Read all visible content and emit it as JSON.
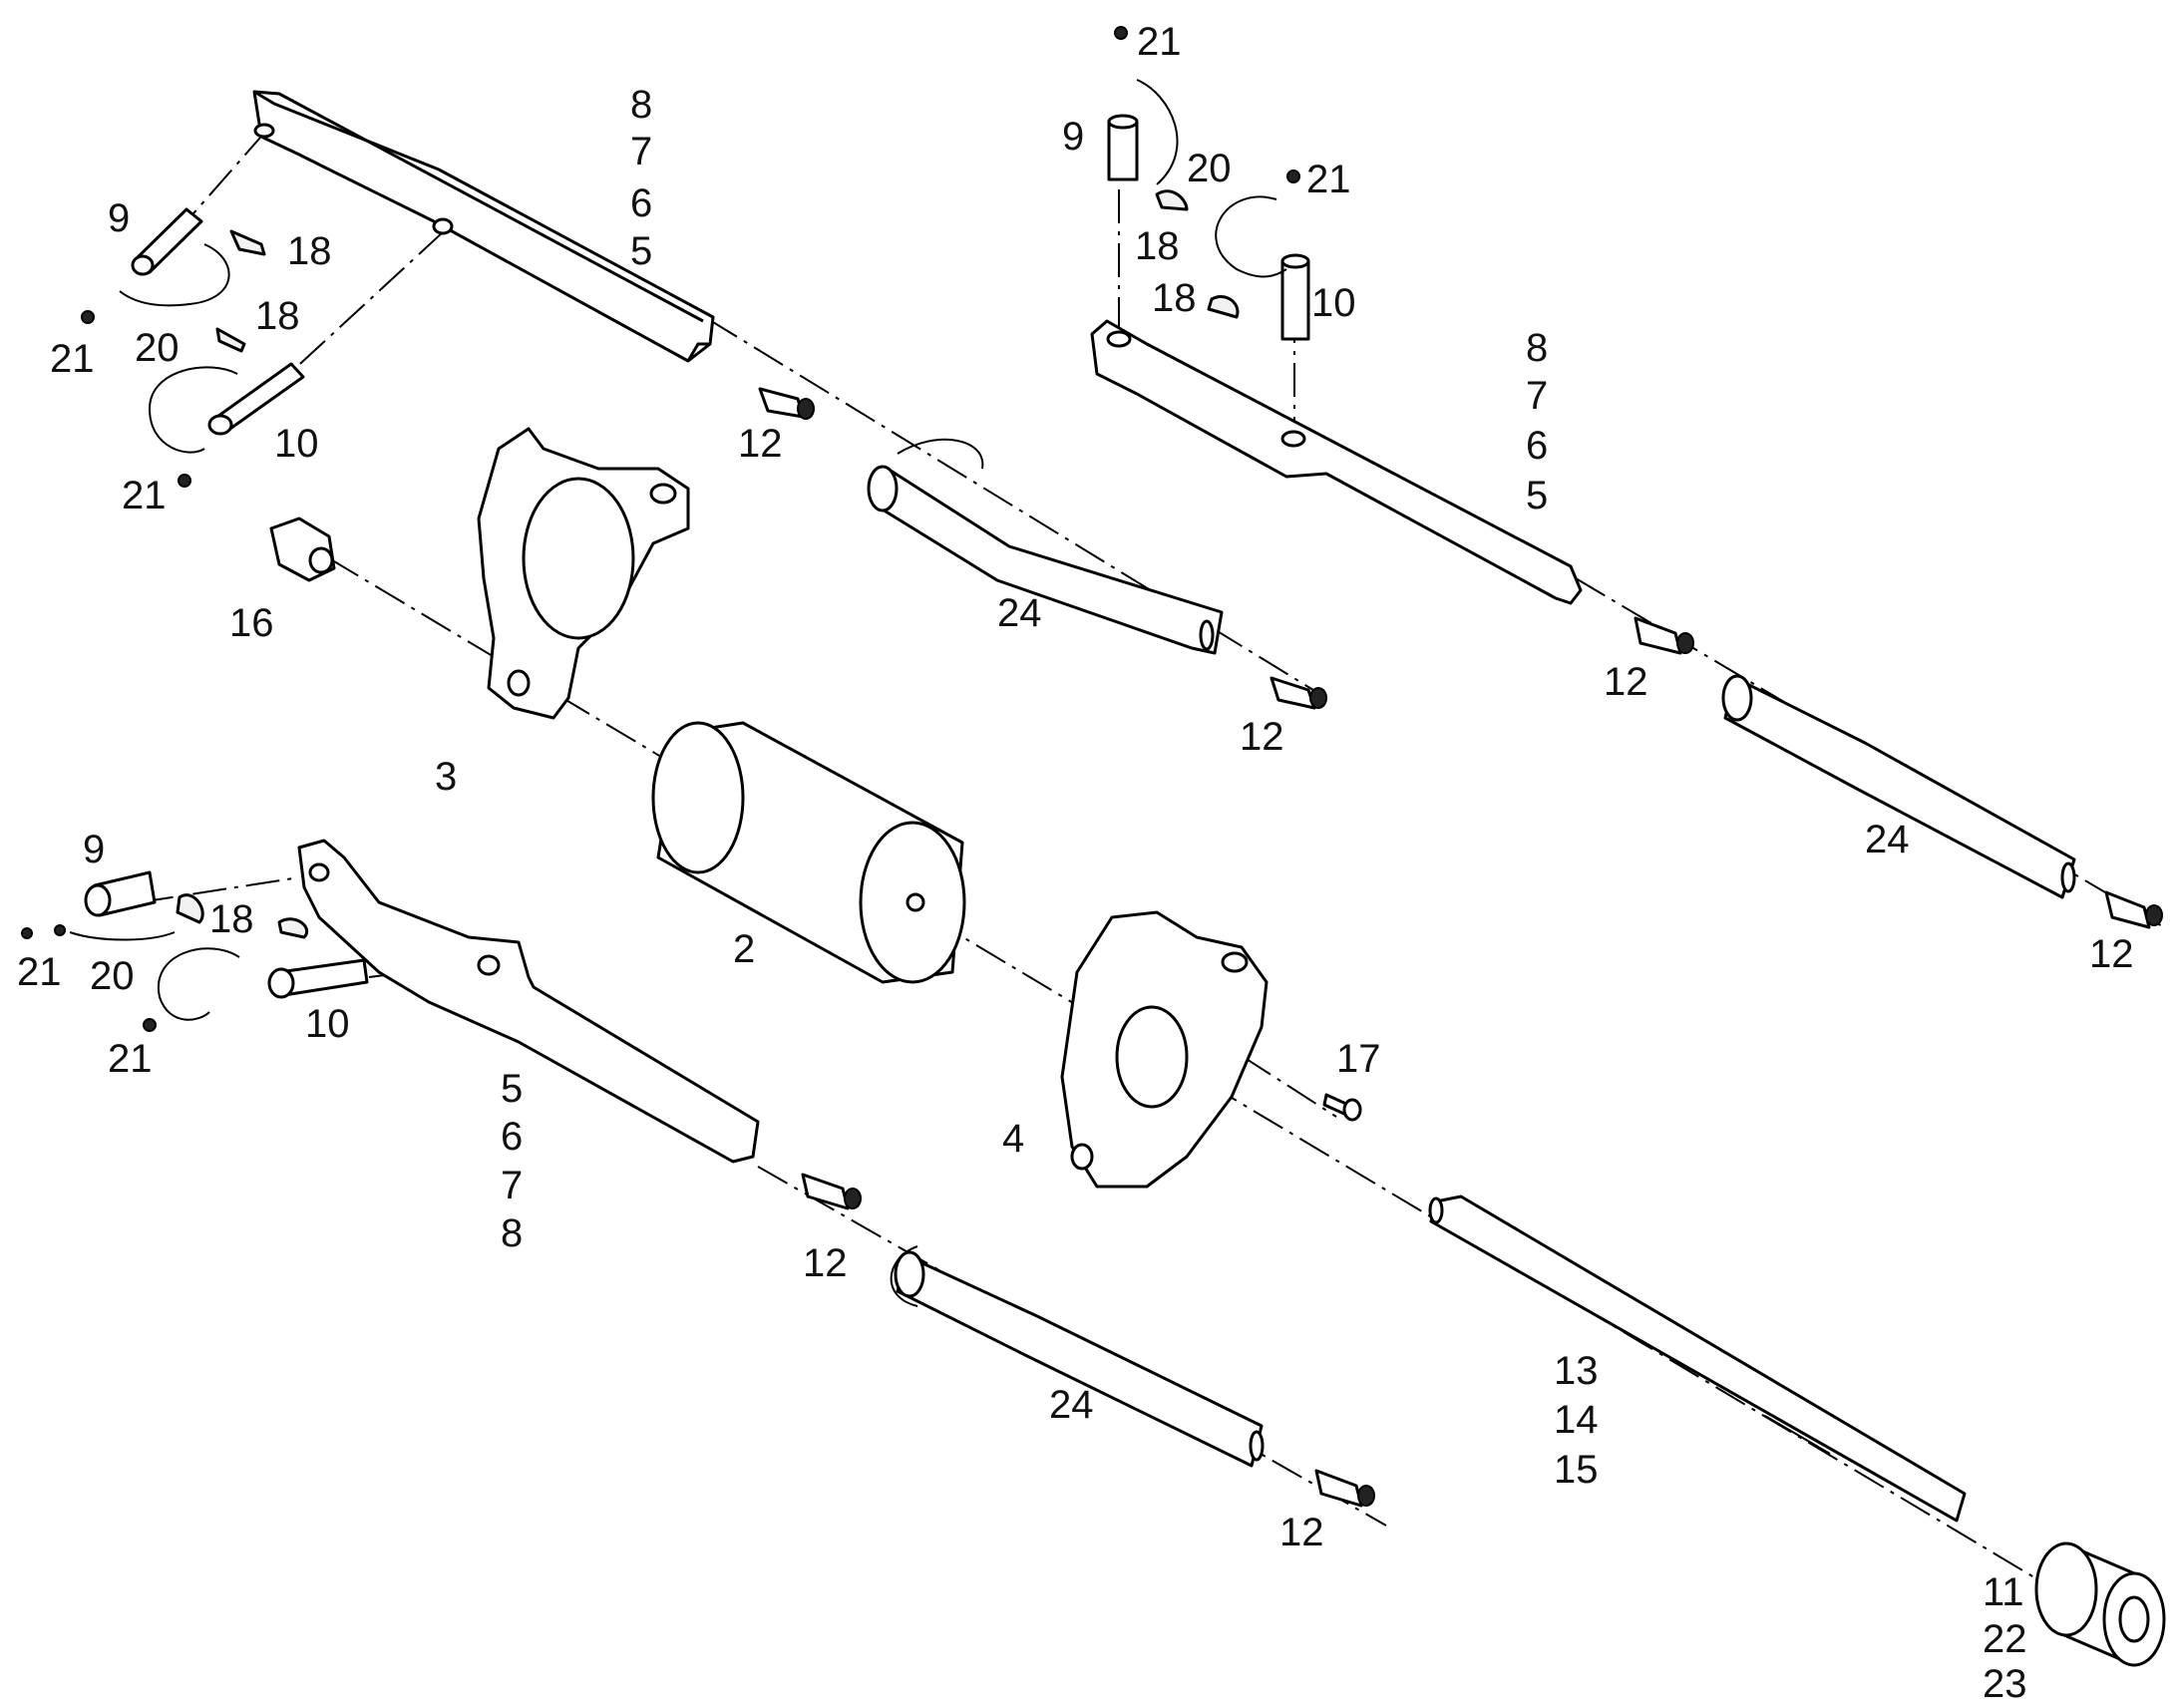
{
  "labels": {
    "a1": "8",
    "a2": "7",
    "a3": "6",
    "a4": "5",
    "b1": "9",
    "b2": "18",
    "b3": "18",
    "b4": "20",
    "b5": "21",
    "b6": "10",
    "b7": "21",
    "c1": "12",
    "c2": "24",
    "c3": "12",
    "d1": "21",
    "d2": "9",
    "d3": "20",
    "d4": "21",
    "d5": "18",
    "d6": "18",
    "d7": "10",
    "e1": "8",
    "e2": "7",
    "e3": "6",
    "e4": "5",
    "f1": "12",
    "f2": "24",
    "f3": "12",
    "g1": "16",
    "g2": "3",
    "g3": "2",
    "h1": "9",
    "h2": "18",
    "h3": "21",
    "h4": "20",
    "h5": "10",
    "h6": "21",
    "i1": "5",
    "i2": "6",
    "i3": "7",
    "i4": "8",
    "j1": "12",
    "j2": "24",
    "j3": "12",
    "k1": "4",
    "k2": "17",
    "l1": "13",
    "l2": "14",
    "l3": "15",
    "m1": "11",
    "m2": "22",
    "m3": "23"
  }
}
